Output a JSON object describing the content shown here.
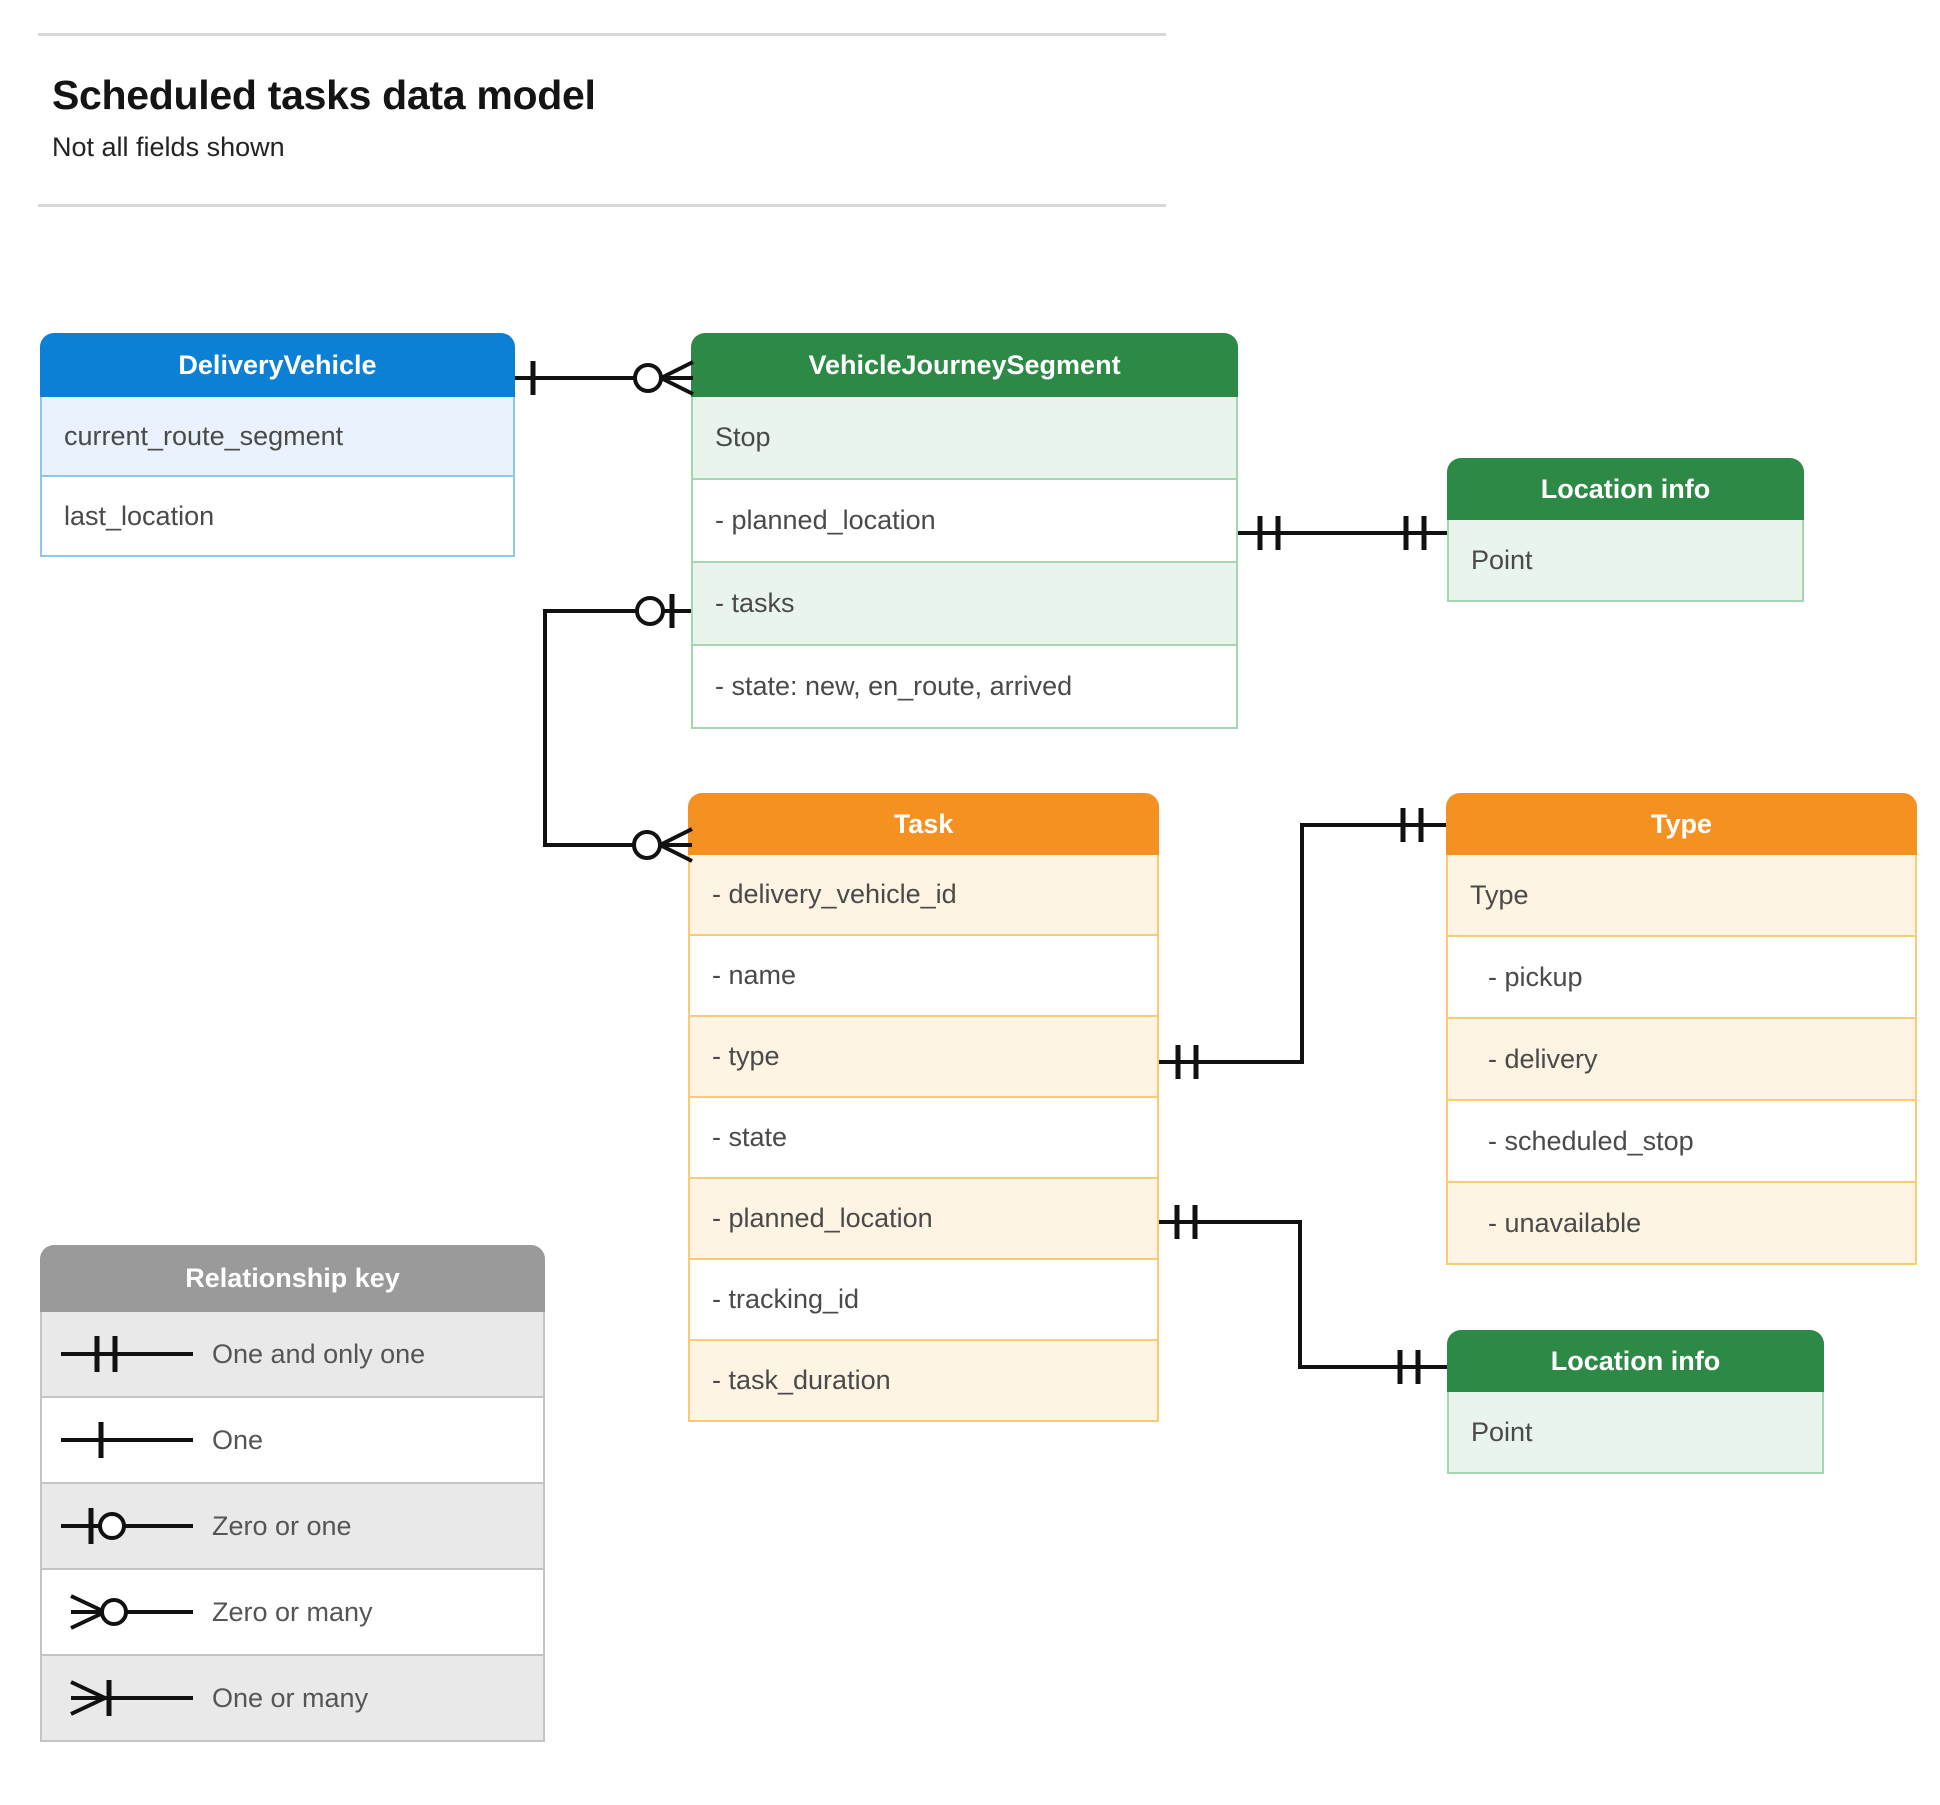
{
  "header": {
    "title": "Scheduled tasks data model",
    "subtitle": "Not all fields shown"
  },
  "colors": {
    "blue_header": "#0b80d4",
    "blue_row": "#eaf2fd",
    "blue_border": "#8ec6f0",
    "green_header": "#2d8a46",
    "green_row": "#e8f4ec",
    "green_border": "#a5d6b2",
    "orange_header": "#f59120",
    "orange_row": "#fdf4e4",
    "orange_border": "#fbcb73",
    "grey_header": "#9a9a9a",
    "grey_row": "#e9e9e9",
    "grey_border": "#c4c4c4",
    "line": "#111111",
    "text": "#4a4a4a"
  },
  "entities": {
    "delivery_vehicle": {
      "title": "DeliveryVehicle",
      "rows": [
        {
          "label": "current_route_segment"
        },
        {
          "label": "last_location"
        }
      ]
    },
    "vehicle_journey_segment": {
      "title": "VehicleJourneySegment",
      "rows": [
        {
          "label": "Stop"
        },
        {
          "label": "-  planned_location"
        },
        {
          "label": "- tasks"
        },
        {
          "label": "- state: new, en_route, arrived"
        }
      ]
    },
    "location_info_top": {
      "title": "Location info",
      "rows": [
        {
          "label": "Point"
        }
      ]
    },
    "task": {
      "title": "Task",
      "rows": [
        {
          "label": "- delivery_vehicle_id"
        },
        {
          "label": "- name"
        },
        {
          "label": "- type"
        },
        {
          "label": "- state"
        },
        {
          "label": "- planned_location"
        },
        {
          "label": "- tracking_id"
        },
        {
          "label": "- task_duration"
        }
      ]
    },
    "type": {
      "title": "Type",
      "rows": [
        {
          "label": "Type"
        },
        {
          "label": "-   pickup"
        },
        {
          "label": "-   delivery"
        },
        {
          "label": "-   scheduled_stop"
        },
        {
          "label": "-   unavailable"
        }
      ]
    },
    "location_info_bottom": {
      "title": "Location info",
      "rows": [
        {
          "label": "Point"
        }
      ]
    }
  },
  "legend": {
    "title": "Relationship key",
    "items": [
      {
        "symbol": "one-and-only-one",
        "label": "One and only one"
      },
      {
        "symbol": "one",
        "label": "One"
      },
      {
        "symbol": "zero-or-one",
        "label": "Zero or one"
      },
      {
        "symbol": "zero-or-many",
        "label": "Zero or many"
      },
      {
        "symbol": "one-or-many",
        "label": "One or many"
      }
    ]
  },
  "relationships": [
    {
      "from": "DeliveryVehicle",
      "from_cardinality": "one",
      "to": "VehicleJourneySegment",
      "to_cardinality": "zero-or-many"
    },
    {
      "from": "VehicleJourneySegment.planned_location",
      "from_cardinality": "one-and-only-one",
      "to": "Location info",
      "to_cardinality": "one-and-only-one"
    },
    {
      "from": "VehicleJourneySegment.tasks",
      "from_cardinality": "zero-or-one",
      "to": "Task",
      "to_cardinality": "zero-or-many"
    },
    {
      "from": "Task.type",
      "from_cardinality": "one-and-only-one",
      "to": "Type",
      "to_cardinality": "one-and-only-one"
    },
    {
      "from": "Task.planned_location",
      "from_cardinality": "one-and-only-one",
      "to": "Location info",
      "to_cardinality": "one-and-only-one"
    }
  ]
}
